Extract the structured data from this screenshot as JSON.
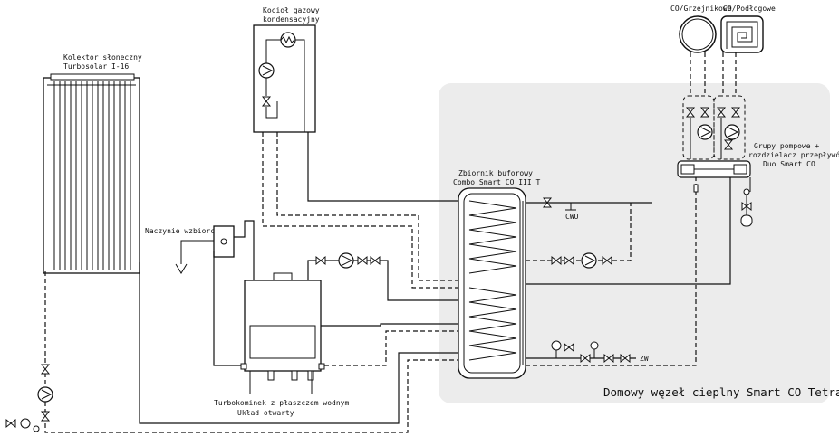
{
  "labels": {
    "solar_collector_line1": "Kolektor słoneczny",
    "solar_collector_line2": "Turbosolar I-16",
    "gas_boiler_line1": "Kocioł gazowy",
    "gas_boiler_line2": "kondensacyjny",
    "expansion_vessel": "Naczynie wzbiorcze",
    "fireplace_line1": "Turbokominek z płaszczem wodnym",
    "fireplace_line2": "Układ otwarty",
    "buffer_tank_line1": "Zbiornik buforowy",
    "buffer_tank_line2": "Combo Smart CO III T",
    "radiators": "CO/Grzejnikowe",
    "floor_heating": "CO/Podłogowe",
    "pump_groups_line1": "Grupy pompowe +",
    "pump_groups_line2": "rozdzielacz przepływów",
    "pump_groups_line3": "Duo Smart CO",
    "hot_water": "CWU",
    "cold_water": "ZW",
    "system_panel": "Domowy węzeł cieplny Smart CO Tetrad"
  },
  "colors": {
    "panel_background": "#ececec",
    "line": "#111111"
  }
}
